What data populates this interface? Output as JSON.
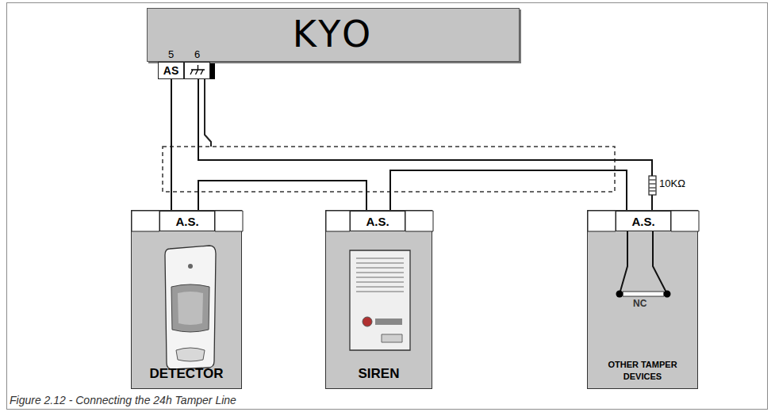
{
  "diagram": {
    "caption": "Figure 2.12 - Connecting the 24h Tamper Line",
    "nodes": [
      {
        "text": [
          "KYO"
        ]
      },
      {
        "text": [
          "5",
          "AS"
        ]
      },
      {
        "text": [
          "6"
        ]
      },
      {
        "text": [
          "DETECTOR"
        ]
      },
      {
        "text": [
          "A.S."
        ],
        "in": 3
      },
      {
        "text": [
          "SIREN"
        ]
      },
      {
        "text": [
          "A.S."
        ],
        "in": 5
      },
      {
        "text": [
          "OTHER TAMPER DEVICES"
        ]
      },
      {
        "text": [
          "A.S."
        ],
        "in": 7
      }
    ],
    "edges": [
      {
        "from": 1,
        "to": 4,
        "arrow": "none"
      },
      {
        "from": 4,
        "to": 6,
        "arrow": "none"
      },
      {
        "from": 6,
        "to": 8,
        "arrow": "none"
      },
      {
        "from": 2,
        "to": 8,
        "arrow": "none"
      }
    ],
    "labels": [
      "10KΩ",
      "NC"
    ]
  }
}
